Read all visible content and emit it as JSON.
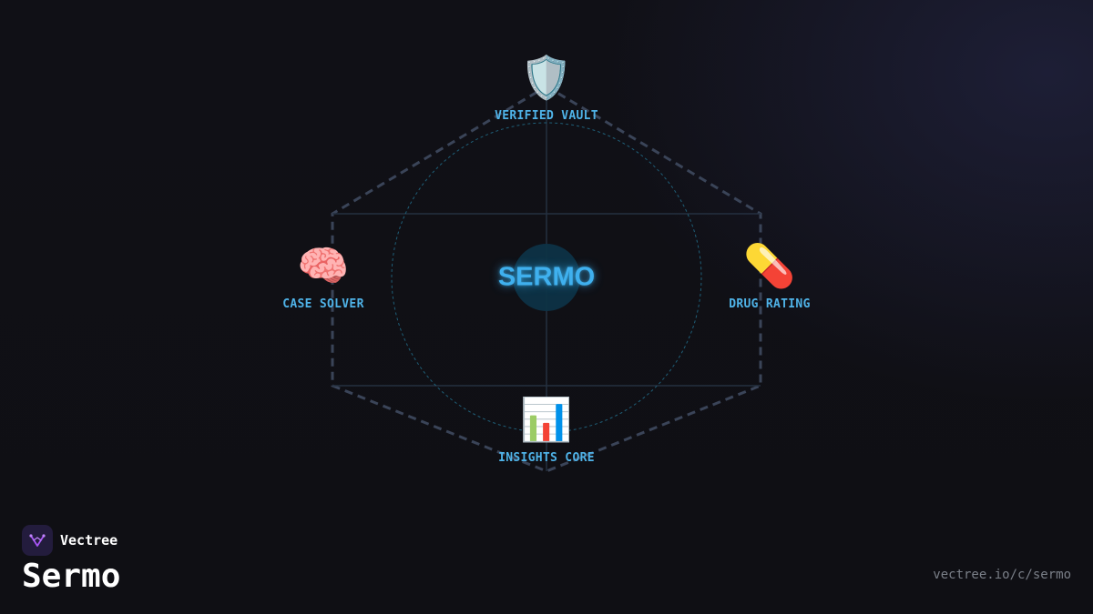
{
  "brand": {
    "name": "Vectree",
    "title": "Sermo",
    "url": "vectree.io/c/sermo",
    "logo_icon": "vectree-logo-icon",
    "logo_color": "#a855f7"
  },
  "diagram": {
    "center_label": "SERMO",
    "accent_color": "#3fb0ee",
    "outline_color": "#3a4458",
    "nodes": [
      {
        "id": "verified-vault",
        "label": "VERIFIED VAULT",
        "icon": "shield-icon",
        "glyph": "🛡️"
      },
      {
        "id": "case-solver",
        "label": "CASE SOLVER",
        "icon": "brain-icon",
        "glyph": "🧠"
      },
      {
        "id": "drug-rating",
        "label": "DRUG RATING",
        "icon": "pill-icon",
        "glyph": "💊"
      },
      {
        "id": "insights-core",
        "label": "INSIGHTS CORE",
        "icon": "bar-chart-icon",
        "glyph": "📊"
      }
    ]
  }
}
